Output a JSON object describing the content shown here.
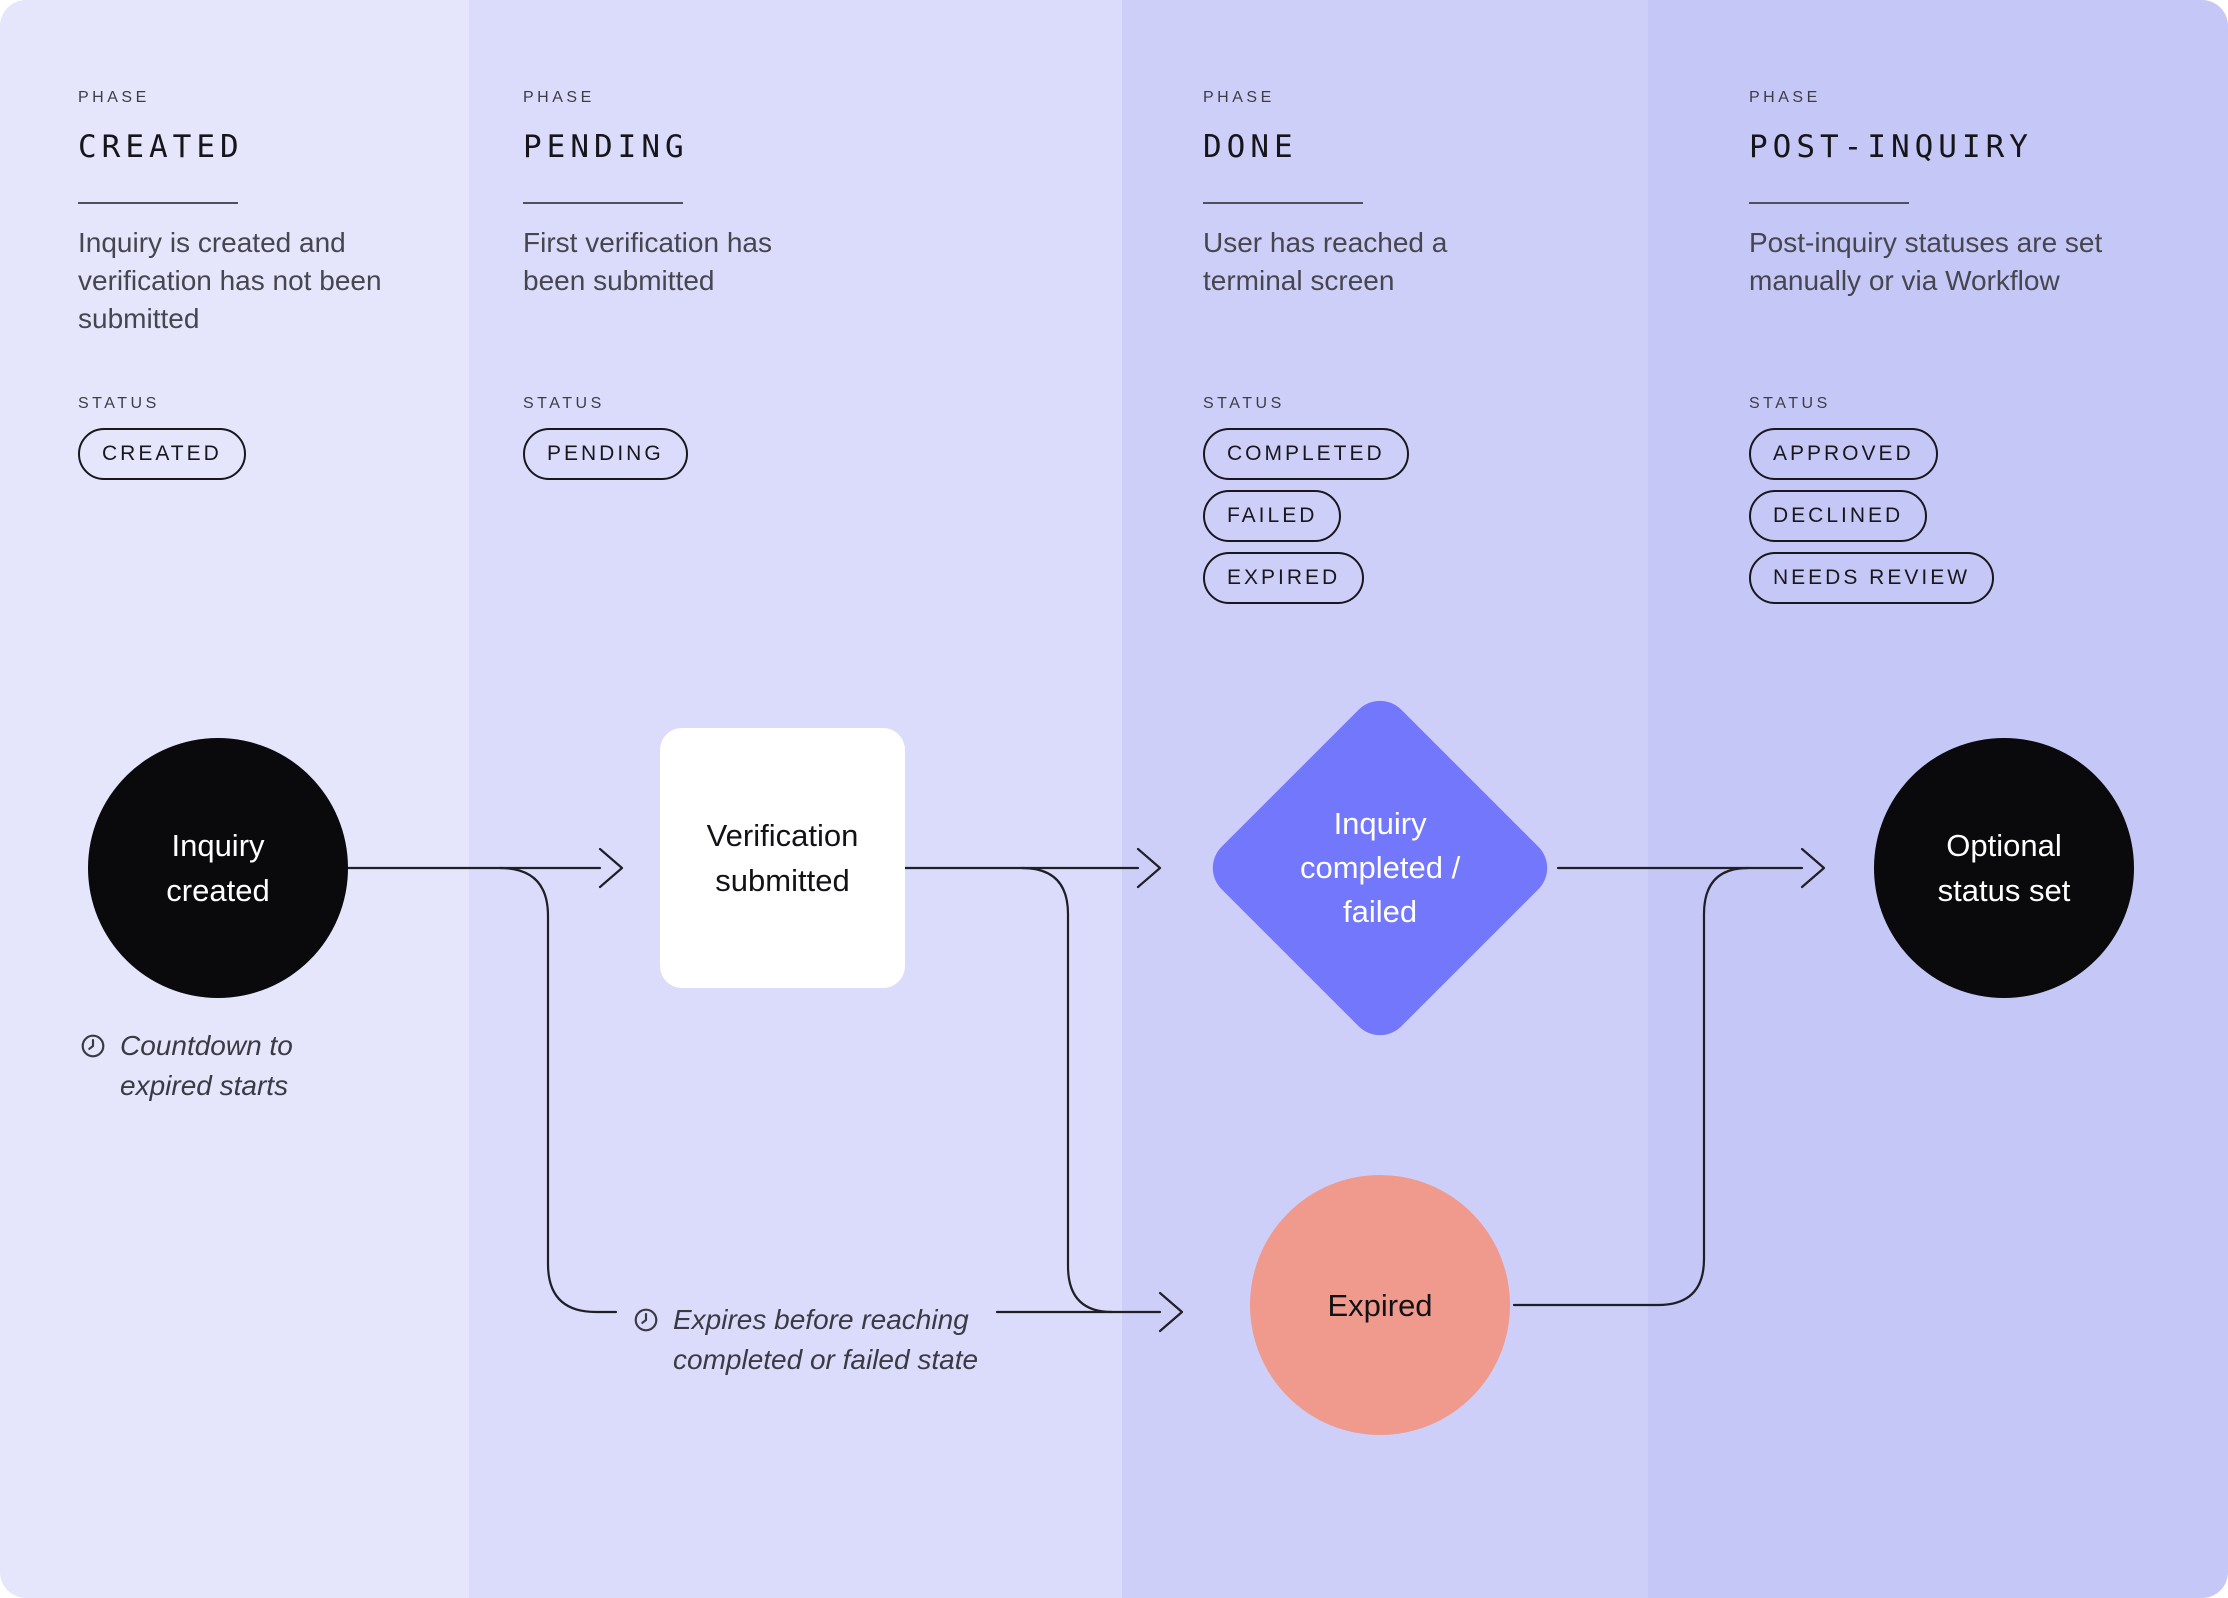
{
  "columns": [
    {
      "phase_label": "PHASE",
      "title": "CREATED",
      "description_lines": [
        "Inquiry is created and",
        "verification has not been",
        "submitted"
      ],
      "status_label": "STATUS",
      "statuses": [
        "CREATED"
      ],
      "bg": "#e5e5fc"
    },
    {
      "phase_label": "PHASE",
      "title": "PENDING",
      "description_lines": [
        "First verification has",
        "been submitted",
        ""
      ],
      "status_label": "STATUS",
      "statuses": [
        "PENDING"
      ],
      "bg": "#dbdcfb"
    },
    {
      "phase_label": "PHASE",
      "title": "DONE",
      "description_lines": [
        "User has reached a",
        "terminal screen",
        ""
      ],
      "status_label": "STATUS",
      "statuses": [
        "COMPLETED",
        "FAILED",
        "EXPIRED"
      ],
      "bg": "#cecff8"
    },
    {
      "phase_label": "PHASE",
      "title": "POST-INQUIRY",
      "description_lines": [
        "Post-inquiry statuses are set",
        "manually or via Workflow",
        ""
      ],
      "status_label": "STATUS",
      "statuses": [
        "APPROVED",
        "DECLINED",
        "NEEDS REVIEW"
      ],
      "bg": "#c5c7f6"
    }
  ],
  "flow": {
    "inquiry_created": {
      "lines": [
        "Inquiry",
        "created"
      ],
      "color": "#0a0a0c"
    },
    "verification_submitted": {
      "lines": [
        "Verification",
        "submitted"
      ],
      "color": "#ffffff"
    },
    "decision": {
      "lines": [
        "Inquiry",
        "completed /",
        "failed"
      ],
      "color": "#7277fb"
    },
    "optional_status": {
      "lines": [
        "Optional",
        "status set"
      ],
      "color": "#0a0a0c"
    },
    "expired": {
      "label": "Expired",
      "color": "#f09a8d"
    }
  },
  "notes": {
    "countdown": {
      "lines": [
        "Countdown to",
        "expired starts"
      ]
    },
    "expires": {
      "lines": [
        "Expires before reaching",
        "completed or failed state"
      ]
    }
  },
  "colors": {
    "line": "#1f1f26",
    "icon": "#3a3a43"
  }
}
